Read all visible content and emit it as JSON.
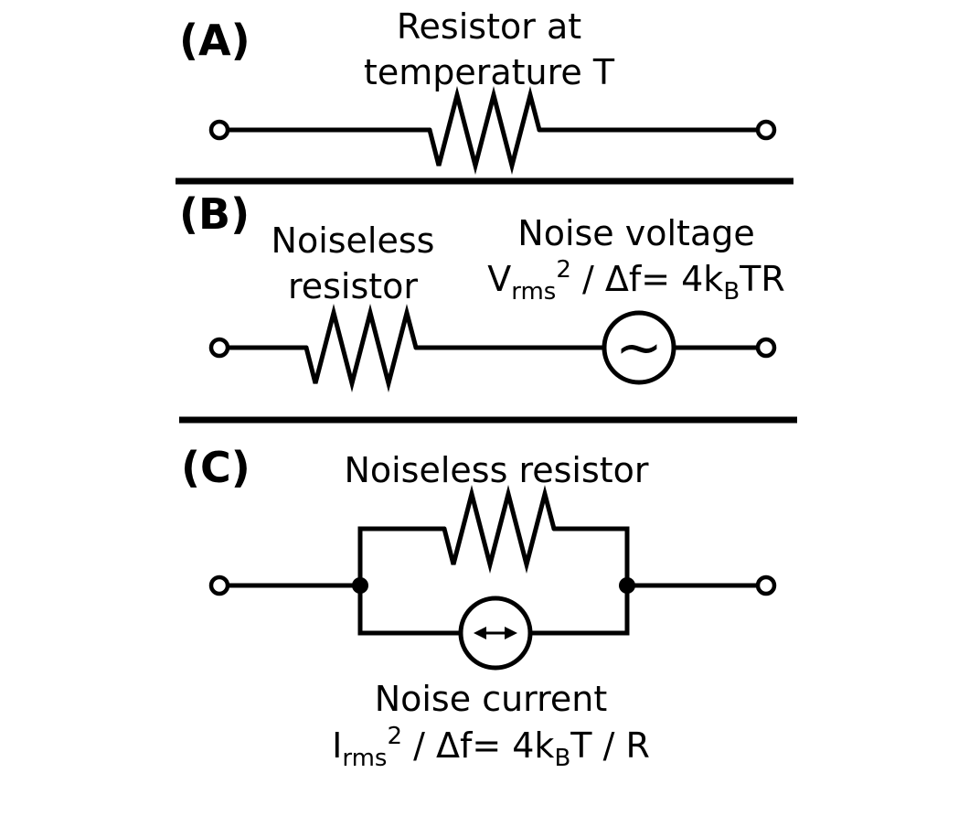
{
  "panels": {
    "a": {
      "label": "(A)",
      "title_line1": "Resistor at",
      "title_line2": "temperature T"
    },
    "b": {
      "label": "(B)",
      "resistor_line1": "Noiseless",
      "resistor_line2": "resistor",
      "source_title": "Noise voltage",
      "formula": {
        "base": "V",
        "sub": "rms",
        "sup": "2",
        "mid": " / Δf= 4k",
        "sub2": "B",
        "end": "TR"
      },
      "source_symbol": "~"
    },
    "c": {
      "label": "(C)",
      "resistor_label": "Noiseless resistor",
      "source_title": "Noise current",
      "formula": {
        "base": "I",
        "sub": "rms",
        "sup": "2",
        "mid": " / Δf= 4k",
        "sub2": "B",
        "end": "T / R"
      }
    }
  }
}
